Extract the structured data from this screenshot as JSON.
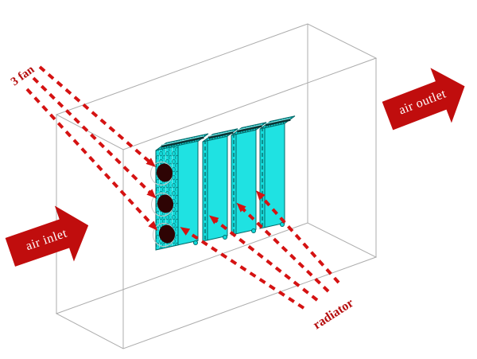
{
  "labels": {
    "fans": "3 fan",
    "radiator": "radiator",
    "air_inlet": "air inlet",
    "air_outlet": "air outlet"
  },
  "counts": {
    "fans": 3,
    "radiator_slabs": 4,
    "fan_pointer_arrows": 3,
    "radiator_pointer_arrows": 4
  },
  "colors": {
    "background": "#FFFFFF",
    "wireframe_gray": "#ACACAC",
    "radiator_face": "#1FE2E2",
    "radiator_outline": "#046868",
    "fan_dark": "#2E0404",
    "shroud_gray": "#C8C8C8",
    "arrow_red": "#C00D0D",
    "dash_red": "#D51212",
    "label_red": "#B50D0D",
    "arrow_text_white": "#FFFFFF"
  }
}
